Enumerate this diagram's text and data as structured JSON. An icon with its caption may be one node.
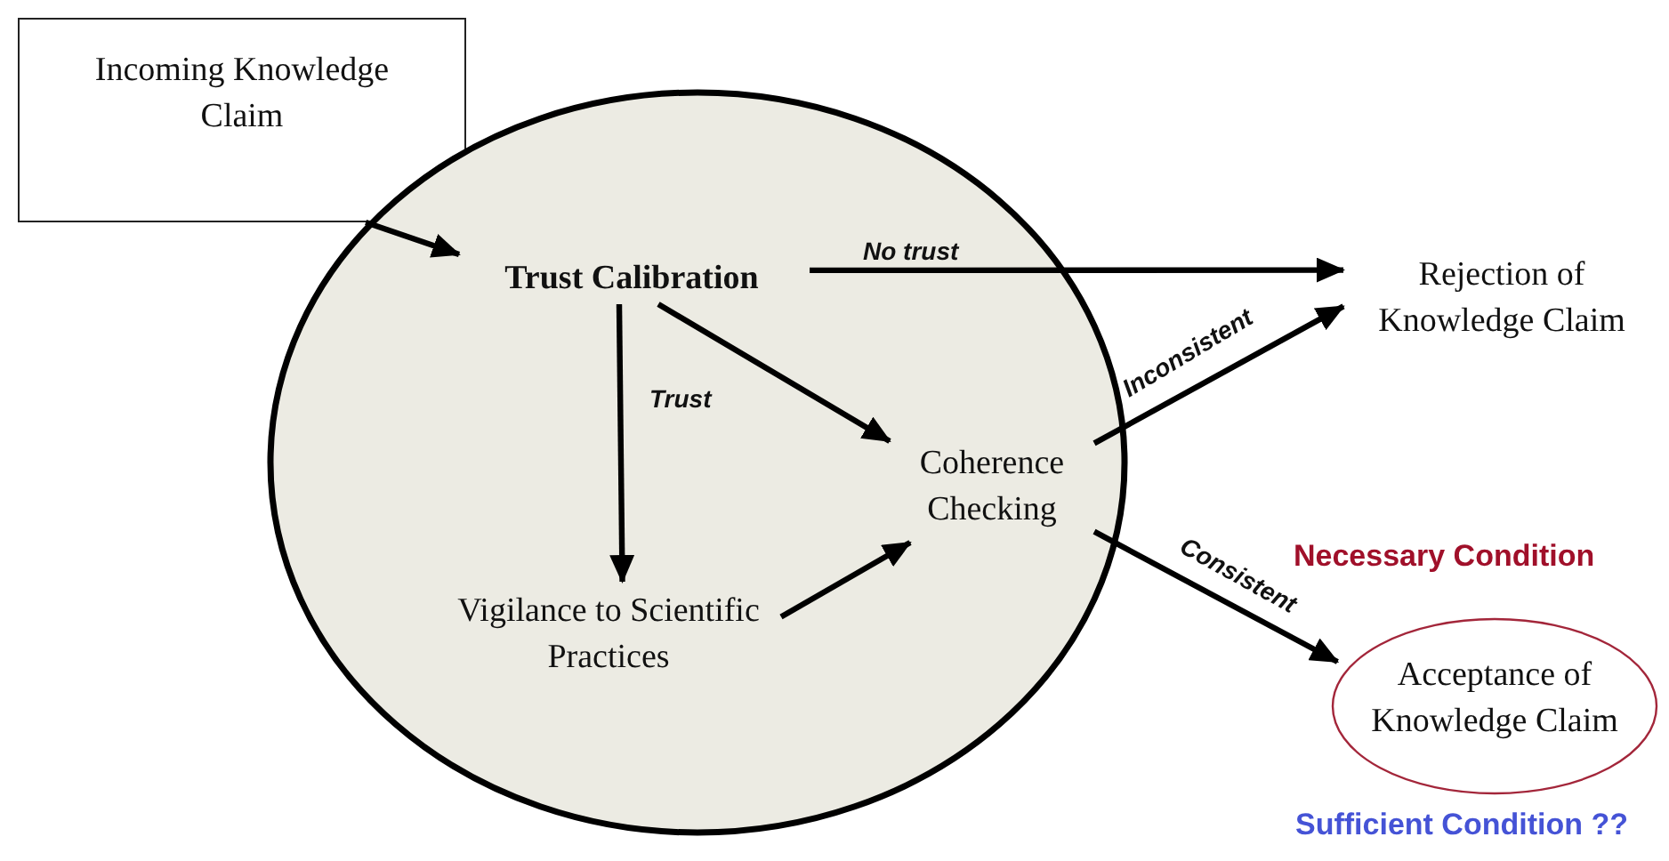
{
  "diagram": {
    "nodes": [
      {
        "text": [
          "Incoming Knowledge Claim"
        ]
      },
      {
        "text": [],
        "shape": "circle"
      },
      {
        "text": [
          "Trust Calibration"
        ],
        "in": 1
      },
      {
        "text": [
          "Vigilance to Scientific Practices"
        ],
        "in": 1
      },
      {
        "text": [
          "Coherence Checking"
        ],
        "in": 1
      },
      {
        "text": [
          "Rejection of Knowledge Claim"
        ]
      },
      {
        "text": [
          "Acceptance of Knowledge Claim"
        ]
      }
    ],
    "edges": [
      {
        "from": 0,
        "to": 2,
        "arrow": "to"
      },
      {
        "from": 2,
        "to": 5,
        "arrow": "to",
        "label": "No trust"
      },
      {
        "from": 2,
        "to": 3,
        "arrow": "to",
        "label": "Trust"
      },
      {
        "from": 2,
        "to": 4,
        "arrow": "to"
      },
      {
        "from": 3,
        "to": 4,
        "arrow": "to"
      },
      {
        "from": 4,
        "to": 5,
        "arrow": "to",
        "label": "Inconsistent"
      },
      {
        "from": 4,
        "to": 6,
        "arrow": "to",
        "label": "Consistent"
      }
    ],
    "labels": [
      "Necessary Condition",
      "Sufficient Condition ??"
    ]
  }
}
